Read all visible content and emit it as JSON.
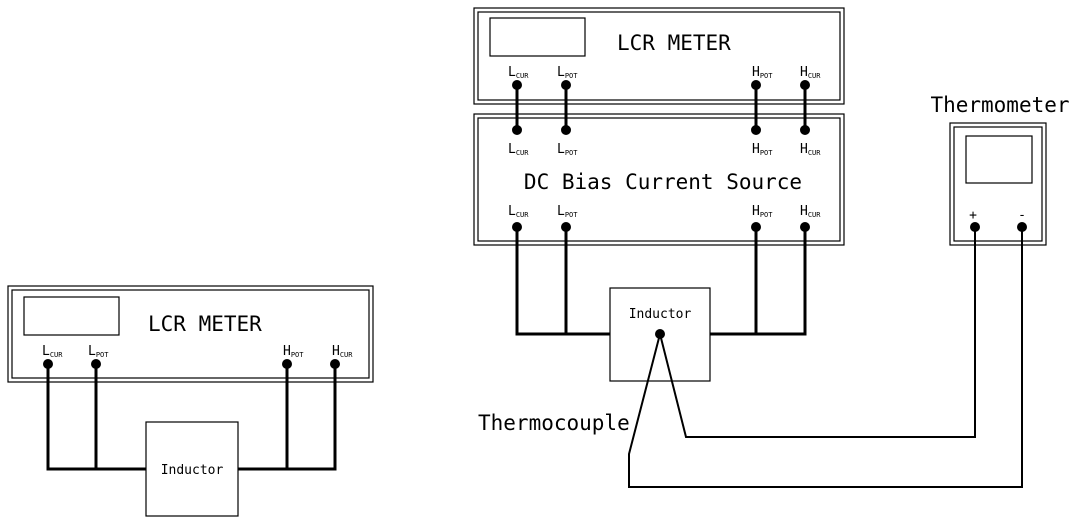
{
  "left_setup": {
    "meter_title": "LCR METER",
    "terminals": [
      {
        "main": "L",
        "sub": "CUR"
      },
      {
        "main": "L",
        "sub": "POT"
      },
      {
        "main": "H",
        "sub": "POT"
      },
      {
        "main": "H",
        "sub": "CUR"
      }
    ],
    "inductor_label": "Inductor"
  },
  "right_setup": {
    "meter_title": "LCR METER",
    "meter_terminals": [
      {
        "main": "L",
        "sub": "CUR"
      },
      {
        "main": "L",
        "sub": "POT"
      },
      {
        "main": "H",
        "sub": "POT"
      },
      {
        "main": "H",
        "sub": "CUR"
      }
    ],
    "bias_title": "DC Bias Current Source",
    "bias_top_terminals": [
      {
        "main": "L",
        "sub": "CUR"
      },
      {
        "main": "L",
        "sub": "POT"
      },
      {
        "main": "H",
        "sub": "POT"
      },
      {
        "main": "H",
        "sub": "CUR"
      }
    ],
    "bias_bottom_terminals": [
      {
        "main": "L",
        "sub": "CUR"
      },
      {
        "main": "L",
        "sub": "POT"
      },
      {
        "main": "H",
        "sub": "POT"
      },
      {
        "main": "H",
        "sub": "CUR"
      }
    ],
    "inductor_label": "Inductor",
    "thermometer_title": "Thermometer",
    "thermometer_plus": "+",
    "thermometer_minus": "-",
    "thermocouple_label": "Thermocouple"
  }
}
